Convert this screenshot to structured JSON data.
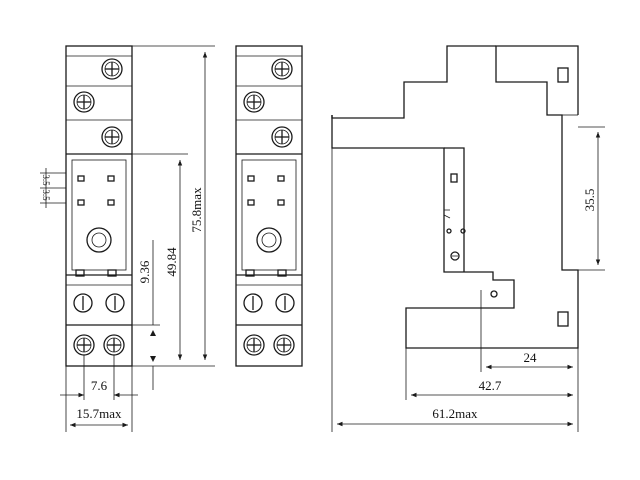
{
  "drawing": {
    "colors": {
      "line": "#1a1a1a",
      "background": "#ffffff"
    },
    "dimensions": {
      "overall_height": "75.8max",
      "base_height": "49.84",
      "terminal_offset": "9.36",
      "pin_pitch_top": "3.5",
      "pin_pitch_bottom": "3.5",
      "terminal_pitch": "7.6",
      "width": "15.7max",
      "rail_height": "35.5",
      "side_24": "24",
      "side_42_7": "42.7",
      "overall_depth": "61.2max"
    },
    "icons": {
      "terminal_screw": "screw-terminal-icon",
      "socket_pin": "socket-pin-icon",
      "arrow": "arrowhead-icon"
    }
  }
}
